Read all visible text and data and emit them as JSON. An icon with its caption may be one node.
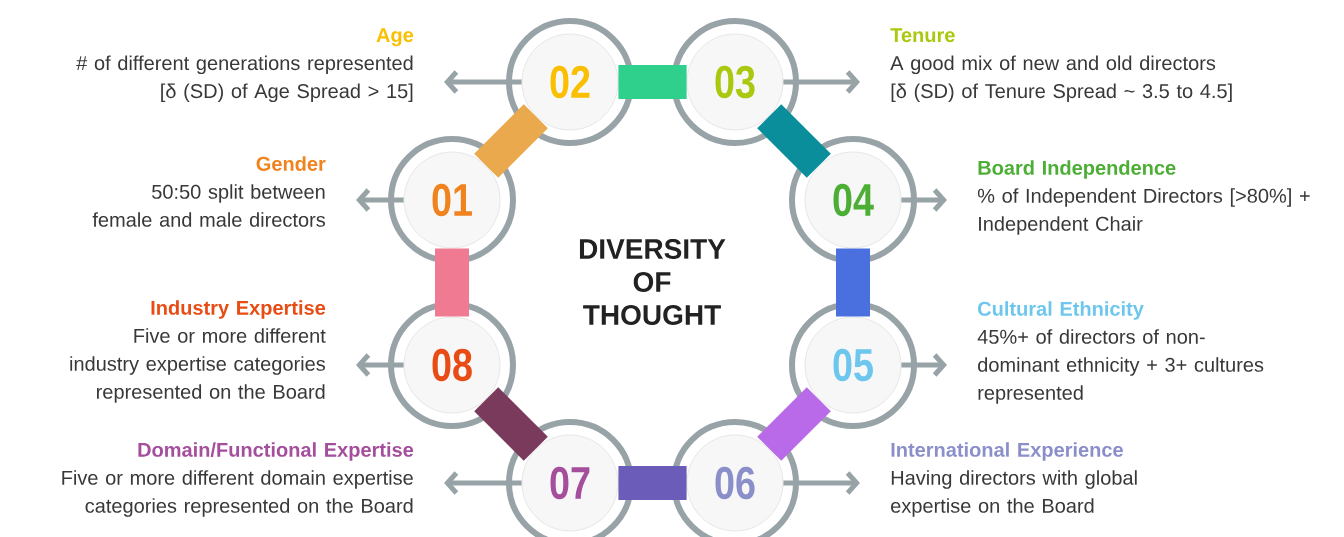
{
  "diagram": {
    "nodes": [
      {
        "text": [
          "01"
        ]
      },
      {
        "text": [
          "02"
        ]
      },
      {
        "text": [
          "03"
        ]
      },
      {
        "text": [
          "04"
        ]
      },
      {
        "text": [
          "05"
        ]
      },
      {
        "text": [
          "06"
        ]
      },
      {
        "text": [
          "07"
        ]
      },
      {
        "text": [
          "08"
        ]
      },
      {
        "text": [
          "Gender",
          "50:50 split between female and male directors"
        ]
      },
      {
        "text": [
          "Age",
          "# of different generations represented",
          "[δ (SD) of Age Spread > 15]"
        ]
      },
      {
        "text": [
          "Tenure",
          "A good mix of new and old directors",
          "[δ (SD) of Tenure Spread ~ 3.5 to 4.5]"
        ]
      },
      {
        "text": [
          "Board Independence",
          "% of Independent Directors [>80%] + Independent Chair"
        ]
      },
      {
        "text": [
          "Cultural Ethnicity",
          "45%+ of directors of non-dominant ethnicity + 3+ cultures represented"
        ]
      },
      {
        "text": [
          "International Experience",
          "Having directors with global expertise on the Board"
        ]
      },
      {
        "text": [
          "Domain/Functional Expertise",
          "Five or more different domain expertise categories represented on the Board"
        ]
      },
      {
        "text": [
          "Industry Expertise",
          "Five or more different industry expertise categories represented on the Board"
        ]
      }
    ],
    "edges": [
      {
        "from": 0,
        "to": 1,
        "arrow": "none",
        "style": "thick",
        "color": "#e9a94c"
      },
      {
        "from": 1,
        "to": 2,
        "arrow": "none",
        "style": "thick",
        "color": "#2fcf8c"
      },
      {
        "from": 2,
        "to": 3,
        "arrow": "none",
        "style": "thick",
        "color": "#0a8e9c"
      },
      {
        "from": 3,
        "to": 4,
        "arrow": "none",
        "style": "thick",
        "color": "#4a70e0"
      },
      {
        "from": 4,
        "to": 5,
        "arrow": "none",
        "style": "thick",
        "color": "#b86ae8"
      },
      {
        "from": 5,
        "to": 6,
        "arrow": "none",
        "style": "thick",
        "color": "#6a5cb8"
      },
      {
        "from": 6,
        "to": 7,
        "arrow": "none",
        "style": "thick",
        "color": "#7a3a5c"
      },
      {
        "from": 7,
        "to": 0,
        "arrow": "none",
        "style": "thick",
        "color": "#f07a92"
      },
      {
        "from": 0,
        "to": 8,
        "arrow": "to"
      },
      {
        "from": 1,
        "to": 9,
        "arrow": "to"
      },
      {
        "from": 2,
        "to": 10,
        "arrow": "to"
      },
      {
        "from": 3,
        "to": 11,
        "arrow": "to"
      },
      {
        "from": 4,
        "to": 12,
        "arrow": "to"
      },
      {
        "from": 5,
        "to": 13,
        "arrow": "to"
      },
      {
        "from": 6,
        "to": 14,
        "arrow": "to"
      },
      {
        "from": 7,
        "to": 15,
        "arrow": "to"
      }
    ],
    "labels": [
      "DIVERSITY OF THOUGHT"
    ]
  }
}
